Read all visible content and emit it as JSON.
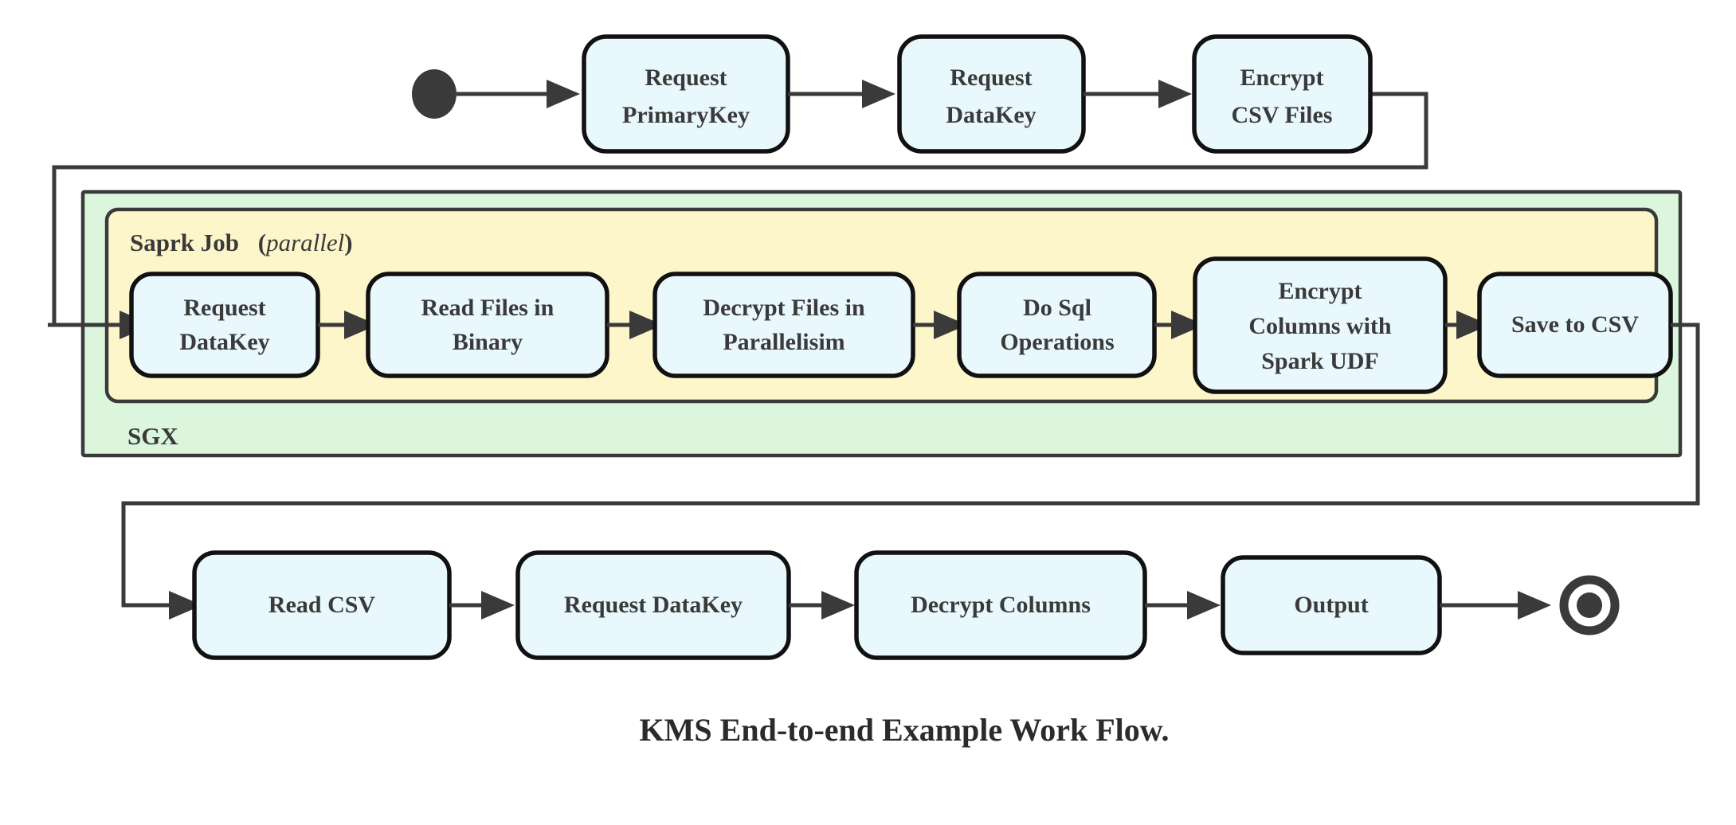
{
  "diagram": {
    "caption": "KMS End-to-end Example Work Flow.",
    "colors": {
      "node_fill": "#e9f8fd",
      "node_stroke": "#111111",
      "outer_group_fill": "#dbf6dd",
      "inner_group_fill": "#fdf6cb",
      "edge_stroke": "#3a3a3a",
      "text": "#3a3a3a"
    },
    "markers": {
      "start": "filled-circle-start-node",
      "end": "ring-with-dot-end-node"
    },
    "groups": {
      "outer": {
        "label": "SGX"
      },
      "inner": {
        "label": "Saprk Job",
        "qualifier": "(parallel)",
        "qualifier_open": "(",
        "qualifier_word": "parallel",
        "qualifier_close": ")"
      }
    },
    "rows": {
      "top": [
        {
          "id": "request-primarykey",
          "lines": [
            "Request",
            "PrimaryKey"
          ]
        },
        {
          "id": "request-datakey-top",
          "lines": [
            "Request",
            "DataKey"
          ]
        },
        {
          "id": "encrypt-csv-files",
          "lines": [
            "Encrypt",
            "CSV Files"
          ]
        }
      ],
      "middle": [
        {
          "id": "request-datakey-spark",
          "lines": [
            "Request",
            "DataKey"
          ]
        },
        {
          "id": "read-files-in-binary",
          "lines": [
            "Read Files in",
            "Binary"
          ]
        },
        {
          "id": "decrypt-files-in-parallelisim",
          "lines": [
            "Decrypt Files in",
            "Parallelisim"
          ]
        },
        {
          "id": "do-sql-operations",
          "lines": [
            "Do Sql",
            "Operations"
          ]
        },
        {
          "id": "encrypt-columns-with-spark-udf",
          "lines": [
            "Encrypt",
            "Columns with",
            "Spark UDF"
          ]
        },
        {
          "id": "save-to-csv",
          "lines": [
            "Save to CSV"
          ]
        }
      ],
      "bottom": [
        {
          "id": "read-csv",
          "lines": [
            "Read CSV"
          ]
        },
        {
          "id": "request-datakey-bottom",
          "lines": [
            "Request DataKey"
          ]
        },
        {
          "id": "decrypt-columns",
          "lines": [
            "Decrypt Columns"
          ]
        },
        {
          "id": "output",
          "lines": [
            "Output"
          ]
        }
      ]
    }
  }
}
